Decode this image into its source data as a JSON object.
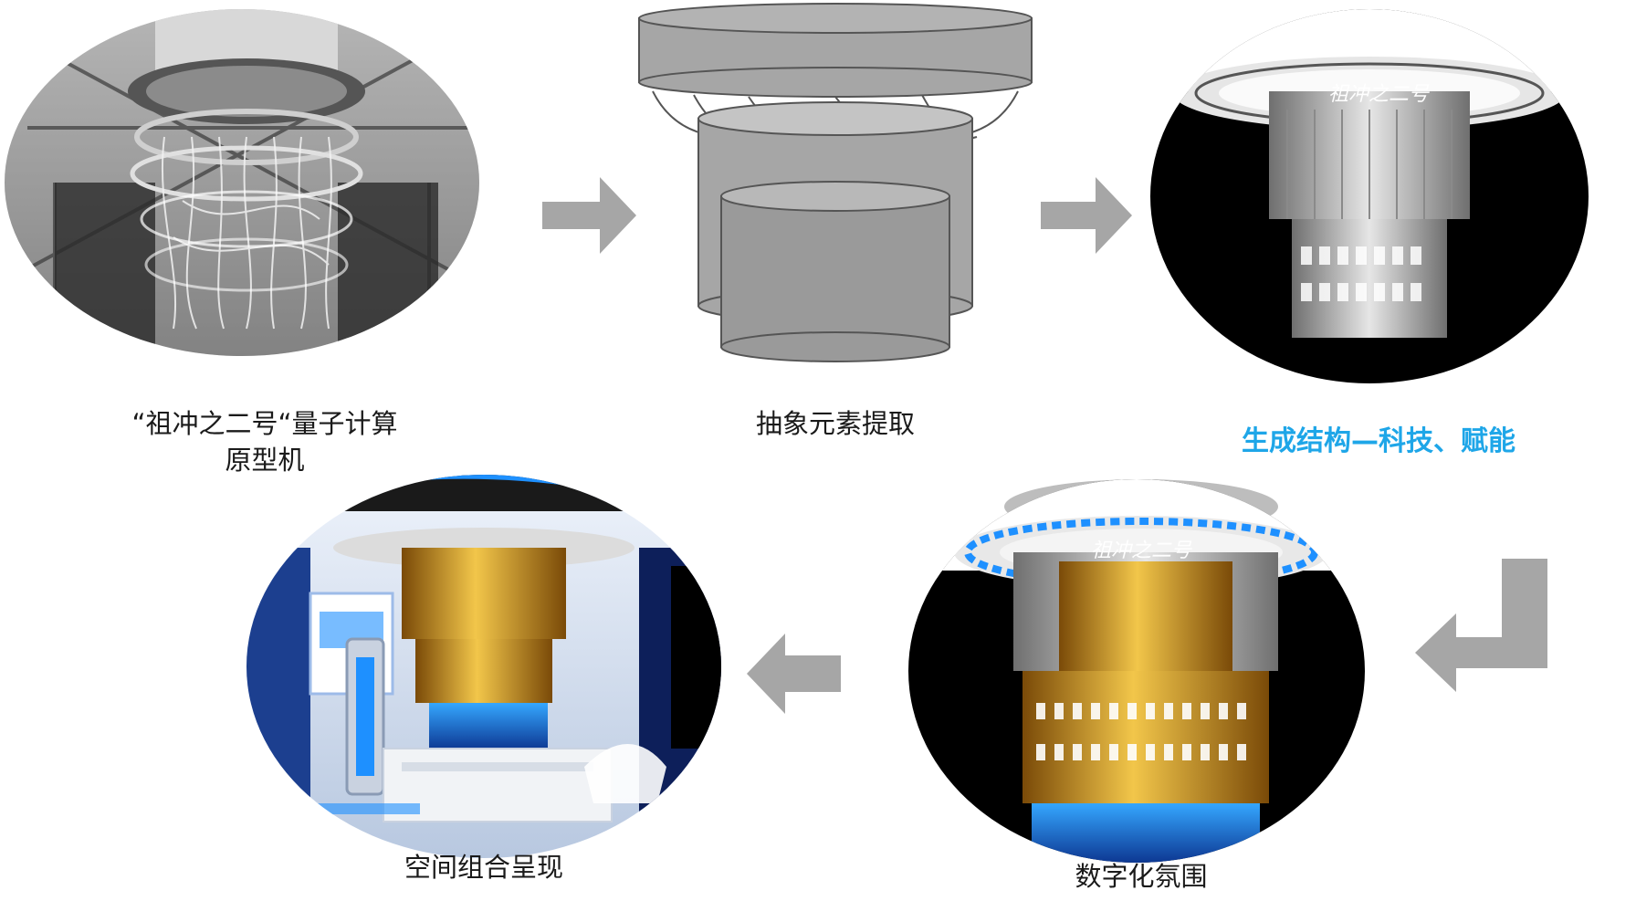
{
  "steps": [
    {
      "id": "prototype",
      "caption_line1": "“祖冲之二号“量子计算",
      "caption_line2": "原型机",
      "style": "photo-grayscale"
    },
    {
      "id": "abstraction",
      "caption": "抽象元素提取",
      "style": "line-art"
    },
    {
      "id": "structure",
      "caption": "生成结构—科技、赋能",
      "style": "render-white",
      "highlight": true
    },
    {
      "id": "atmosphere",
      "caption": "数字化氛围",
      "style": "render-gold"
    },
    {
      "id": "spatial",
      "caption": "空间组合呈现",
      "style": "render-exhibition"
    }
  ],
  "device_label": "祖冲之二号",
  "colors": {
    "arrow": "#a6a6a6",
    "highlight": "#1ea6e8",
    "caption": "#1a1a1a",
    "gold": "#d9a520",
    "blue": "#1e90ff"
  }
}
